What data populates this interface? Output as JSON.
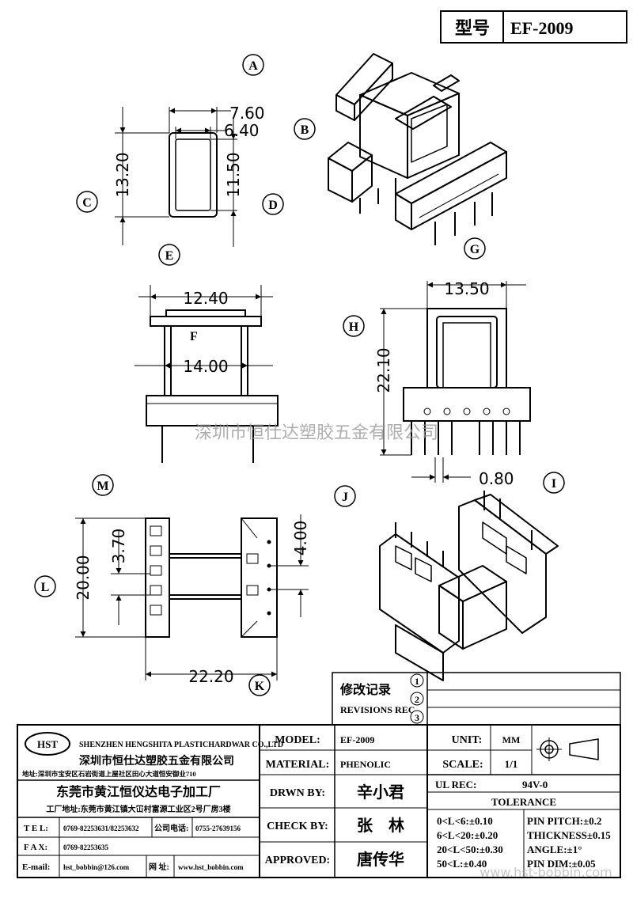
{
  "title_block_top": {
    "model_label": "型号",
    "model_value": "EF-2009"
  },
  "view_labels": {
    "A": "A",
    "B": "B",
    "C": "C",
    "D": "D",
    "E": "E",
    "F": "F",
    "G": "G",
    "H": "H",
    "I": "I",
    "J": "J",
    "K": "K",
    "L": "L",
    "M": "M"
  },
  "dimensions": {
    "d760": "7.60",
    "d640": "6.40",
    "d1320": "13.20",
    "d1150": "11.50",
    "d1240": "12.40",
    "d1400": "14.00",
    "d1350": "13.50",
    "d2210": "22.10",
    "d080": "0.80",
    "d2000": "20.00",
    "d370": "3.70",
    "d400": "4.00",
    "d2220": "22.20"
  },
  "watermark": "深圳市恒仕达塑胶五金有限公司",
  "revisions": {
    "label_cn": "修改记录",
    "label_en": "REVISIONS REC",
    "rows": [
      "1",
      "2",
      "3"
    ]
  },
  "company": {
    "logo": "HST",
    "name_en": "SHENZHEN HENGSHITA PLASTICHARDWAR CO.,LTD",
    "name_cn": "深圳市恒仕达塑胶五金有限公司",
    "address": "地址:深圳市宝安区石岩街道上屋社区田心大道恒安御业710",
    "factory_name": "东莞市黄江恒仪达电子加工厂",
    "factory_address": "工厂地址:东莞市黄江镇大冚村富源工业区2号厂房3楼"
  },
  "contact": {
    "tel_label": "T E L:",
    "tel_value": "0769-82253631/82253632",
    "company_tel_label": "公司电话:",
    "company_tel_value": "0755-27639156",
    "fax_label": "F A X:",
    "fax_value": "0769-82253635",
    "email_label": "E-mail:",
    "email_value": "hst_bobbin@126.com",
    "web_label": "网 址:",
    "web_value": "www.hst_bobbin.com"
  },
  "specs": {
    "model_label": "MODEL:",
    "model_value": "EF-2009",
    "material_label": "MATERIAL:",
    "material_value": "PHENOLIC",
    "drawn_label": "DRWN BY:",
    "drawn_value": "辛小君",
    "check_label": "CHECK BY:",
    "check_value": "张    林",
    "approved_label": "APPROVED:",
    "approved_value": "唐传华"
  },
  "units": {
    "unit_label": "UNIT:",
    "unit_value": "MM",
    "scale_label": "SCALE:",
    "scale_value": "1/1",
    "ul_label": "UL REC:",
    "ul_value": "94V-0"
  },
  "tolerance": {
    "title": "TOLERANCE",
    "left": [
      "0<L<6:±0.10",
      "6<L<20:±0.20",
      "20<L<50:±0.30",
      "50<L:±0.40"
    ],
    "right": [
      "PIN PITCH:±0.2",
      "THICKNESS±0.15",
      "ANGLE:±1°",
      "PIN DIM:±0.05"
    ]
  },
  "footer_watermark": "www.hst-bobbin.com"
}
